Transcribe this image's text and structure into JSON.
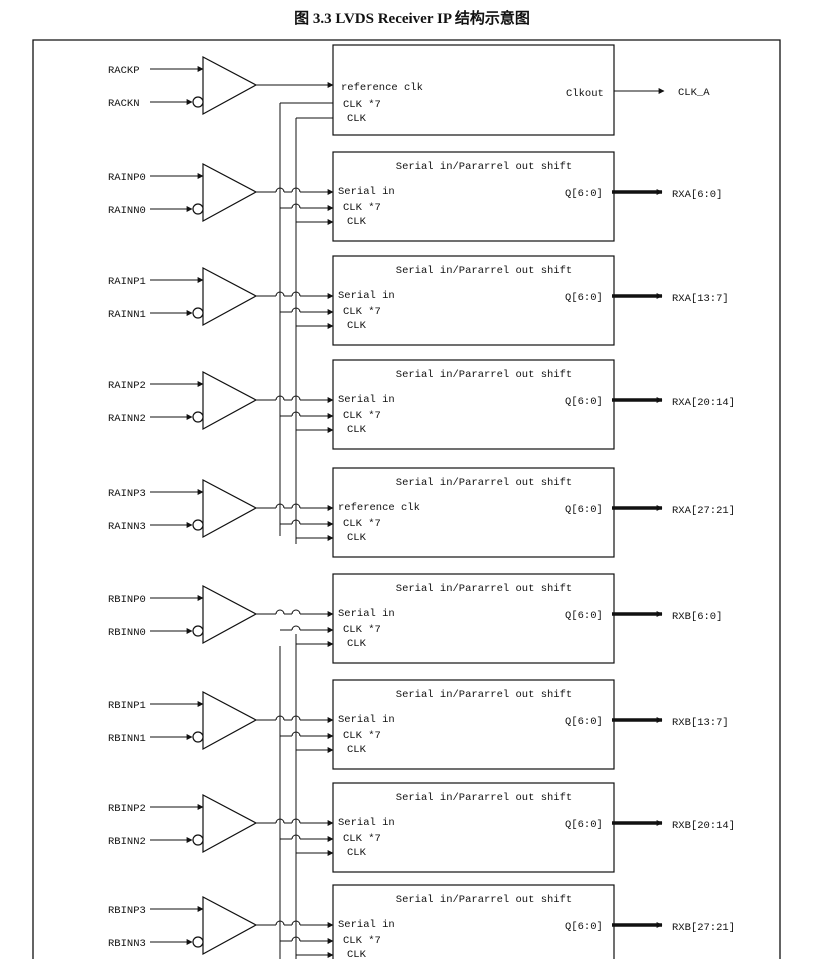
{
  "title": "图 3.3 LVDS Receiver IP 结构示意图",
  "clock_block": {
    "input_p": "RACKP",
    "input_n": "RACKN",
    "port_ref": "reference clk",
    "port_clk7": "CLK *7",
    "port_clk": "CLK",
    "out_port": "Clkout",
    "output": "CLK_A"
  },
  "channels": [
    {
      "input_p": "RAINP0",
      "input_n": "RAINN0",
      "header": "Serial in/Pararrel out shift",
      "port_in": "Serial in",
      "port_clk7": "CLK *7",
      "port_clk": "CLK",
      "out_port": "Q[6:0]",
      "output": "RXA[6:0]"
    },
    {
      "input_p": "RAINP1",
      "input_n": "RAINN1",
      "header": "Serial in/Pararrel out shift",
      "port_in": "Serial in",
      "port_clk7": "CLK *7",
      "port_clk": "CLK",
      "out_port": "Q[6:0]",
      "output": "RXA[13:7]"
    },
    {
      "input_p": "RAINP2",
      "input_n": "RAINN2",
      "header": "Serial in/Pararrel out shift",
      "port_in": "Serial in",
      "port_clk7": "CLK *7",
      "port_clk": "CLK",
      "out_port": "Q[6:0]",
      "output": "RXA[20:14]"
    },
    {
      "input_p": "RAINP3",
      "input_n": "RAINN3",
      "header": "Serial in/Pararrel out shift",
      "port_in": "reference clk",
      "port_clk7": "CLK *7",
      "port_clk": "CLK",
      "out_port": "Q[6:0]",
      "output": "RXA[27:21]"
    },
    {
      "input_p": "RBINP0",
      "input_n": "RBINN0",
      "header": "Serial in/Pararrel out shift",
      "port_in": "Serial in",
      "port_clk7": "CLK *7",
      "port_clk": "CLK",
      "out_port": "Q[6:0]",
      "output": "RXB[6:0]"
    },
    {
      "input_p": "RBINP1",
      "input_n": "RBINN1",
      "header": "Serial in/Pararrel out shift",
      "port_in": "Serial in",
      "port_clk7": "CLK *7",
      "port_clk": "CLK",
      "out_port": "Q[6:0]",
      "output": "RXB[13:7]"
    },
    {
      "input_p": "RBINP2",
      "input_n": "RBINN2",
      "header": "Serial in/Pararrel out shift",
      "port_in": "Serial in",
      "port_clk7": "CLK *7",
      "port_clk": "CLK",
      "out_port": "Q[6:0]",
      "output": "RXB[20:14]"
    },
    {
      "input_p": "RBINP3",
      "input_n": "RBINN3",
      "header": "Serial in/Pararrel out shift",
      "port_in": "Serial in",
      "port_clk7": "CLK *7",
      "port_clk": "CLK",
      "out_port": "Q[6:0]",
      "output": "RXB[27:21]"
    }
  ]
}
